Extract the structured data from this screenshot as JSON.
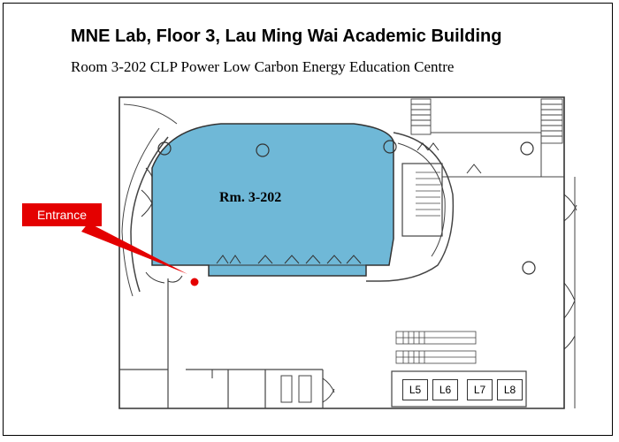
{
  "title": "MNE Lab, Floor 3, Lau Ming Wai Academic Building",
  "subtitle": "Room 3-202 CLP Power Low Carbon Energy Education Centre",
  "room": {
    "label": "Rm.  3-202",
    "fill_color": "#6fb8d7"
  },
  "callout": {
    "label": "Entrance",
    "color": "#e40000"
  },
  "lifts": [
    "L5",
    "L6",
    "L7",
    "L8"
  ]
}
